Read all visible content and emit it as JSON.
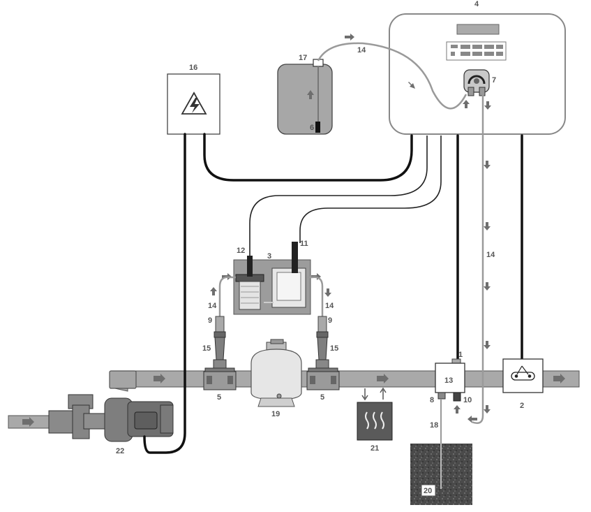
{
  "labels": {
    "controller": "4",
    "peristaltic_pump": "7",
    "tank": "17",
    "tank_tube_top": "14",
    "tank_suction": "6",
    "electrical_panel": "16",
    "probe_panel": "3",
    "probe_left": "12",
    "probe_right": "11",
    "tube_left": "14",
    "tube_right": "14",
    "valve_left": "9",
    "valve_right": "9",
    "ball_valve_left": "15",
    "ball_valve_right": "15",
    "saddle_left": "5",
    "saddle_right": "5",
    "filter": "19",
    "heater": "21",
    "injection_chamber": "13",
    "chamber_top": "1",
    "chamber_left_port": "8",
    "chamber_right_port": "10",
    "flow_switch": "2",
    "pump": "22",
    "drain_tube": "18",
    "drain_pit": "20",
    "dosing_tube": "14"
  },
  "icons": {
    "electrical_panel": "high-voltage-warning-icon",
    "heater": "heat-waves-icon",
    "flow_arrows": "flow-arrow-icon"
  }
}
